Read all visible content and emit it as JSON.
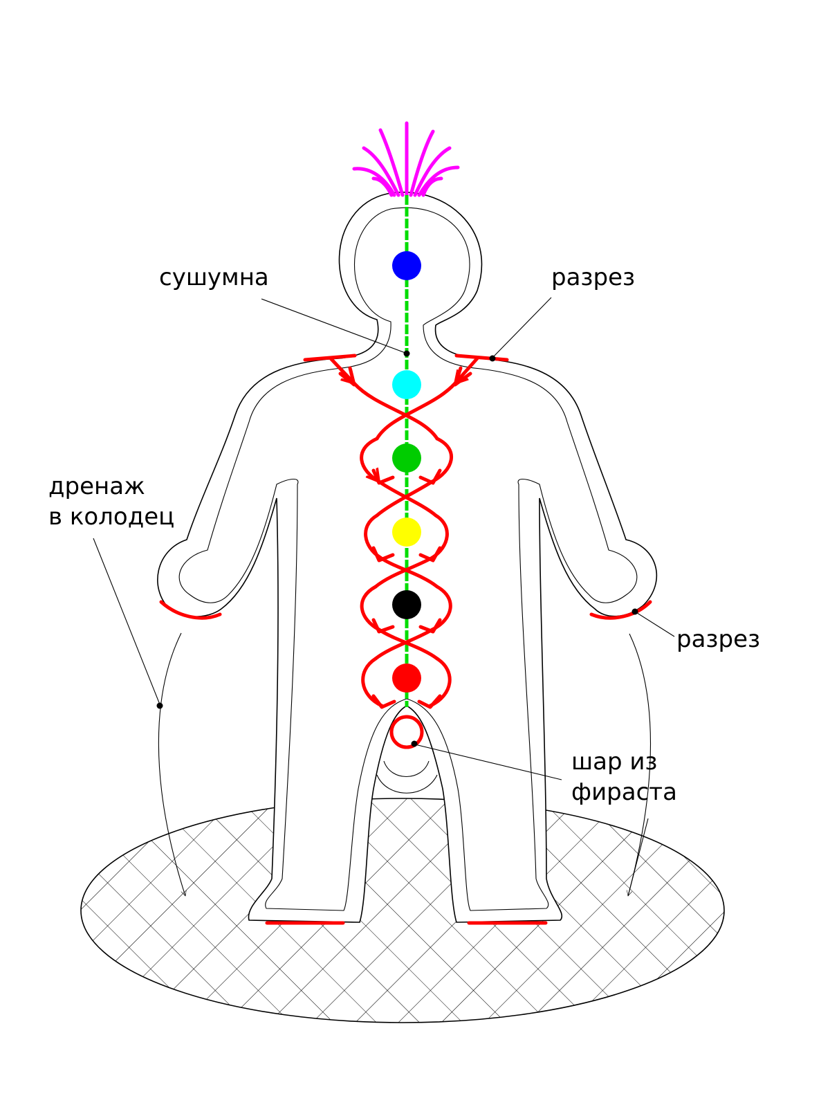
{
  "labels": {
    "sushumna": "сушумна",
    "cut_top": "разрез",
    "cut_right": "разрез",
    "drain_line1": "дренаж",
    "drain_line2": "в колодец",
    "ball_line1": "шар из",
    "ball_line2": "фираста"
  },
  "colors": {
    "outline": "#000000",
    "flow": "#ff0000",
    "spine": "#00dd00",
    "crown_rays": "#ff00ff",
    "chakra_crown": "#0000ff",
    "chakra_throat": "#00ffff",
    "chakra_heart": "#00cc00",
    "chakra_solar": "#ffff00",
    "chakra_sacral": "#000000",
    "chakra_root": "#ff0000"
  },
  "chakras": [
    {
      "name": "crown",
      "color": "#0000ff"
    },
    {
      "name": "throat",
      "color": "#00ffff"
    },
    {
      "name": "heart",
      "color": "#00cc00"
    },
    {
      "name": "solar",
      "color": "#ffff00"
    },
    {
      "name": "sacral",
      "color": "#000000"
    },
    {
      "name": "root",
      "color": "#ff0000"
    }
  ]
}
